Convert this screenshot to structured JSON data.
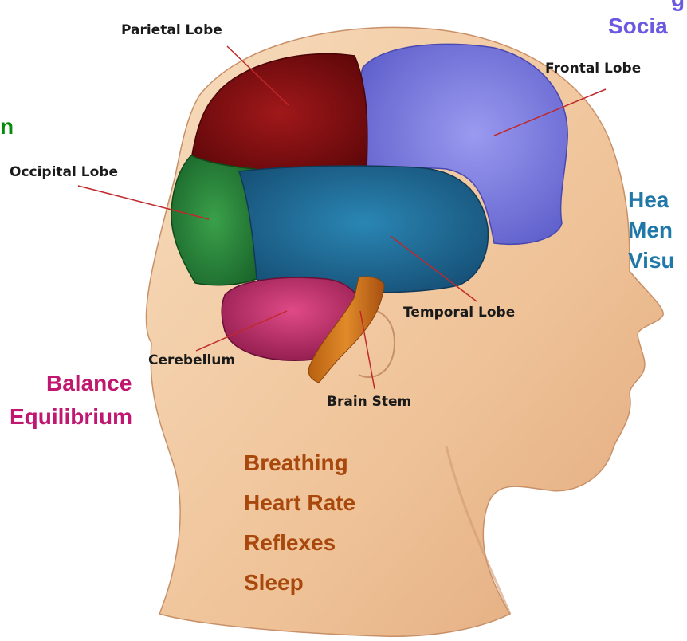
{
  "labels": {
    "parietal": "Parietal Lobe",
    "frontal": "Frontal Lobe",
    "occipital": "Occipital Lobe",
    "temporal": "Temporal Lobe",
    "cerebellum": "Cerebellum",
    "brain_stem": "Brain Stem"
  },
  "functions": {
    "frontal_partial_top": "g",
    "frontal_partial": "Socia",
    "occipital_partial": "n",
    "temporal_partial": [
      "Hea",
      "Men",
      "Visu"
    ],
    "cerebellum": [
      "Balance",
      "Equilibrium"
    ],
    "brain_stem": [
      "Breathing",
      "Heart Rate",
      "Reflexes",
      "Sleep"
    ]
  },
  "colors": {
    "frontal": "#7f7fe0",
    "parietal": "#8a0e10",
    "occipital": "#2a8a3a",
    "temporal": "#1f6a93",
    "cerebellum": "#c02a6a",
    "brain_stem": "#c8771c",
    "skin": "#f2caa0",
    "text_occipital": "#0a8a0a",
    "text_frontal": "#6a5ae0",
    "text_temporal": "#1f78a8",
    "text_cerebellum": "#c01870",
    "text_brain_stem": "#a8480c"
  }
}
